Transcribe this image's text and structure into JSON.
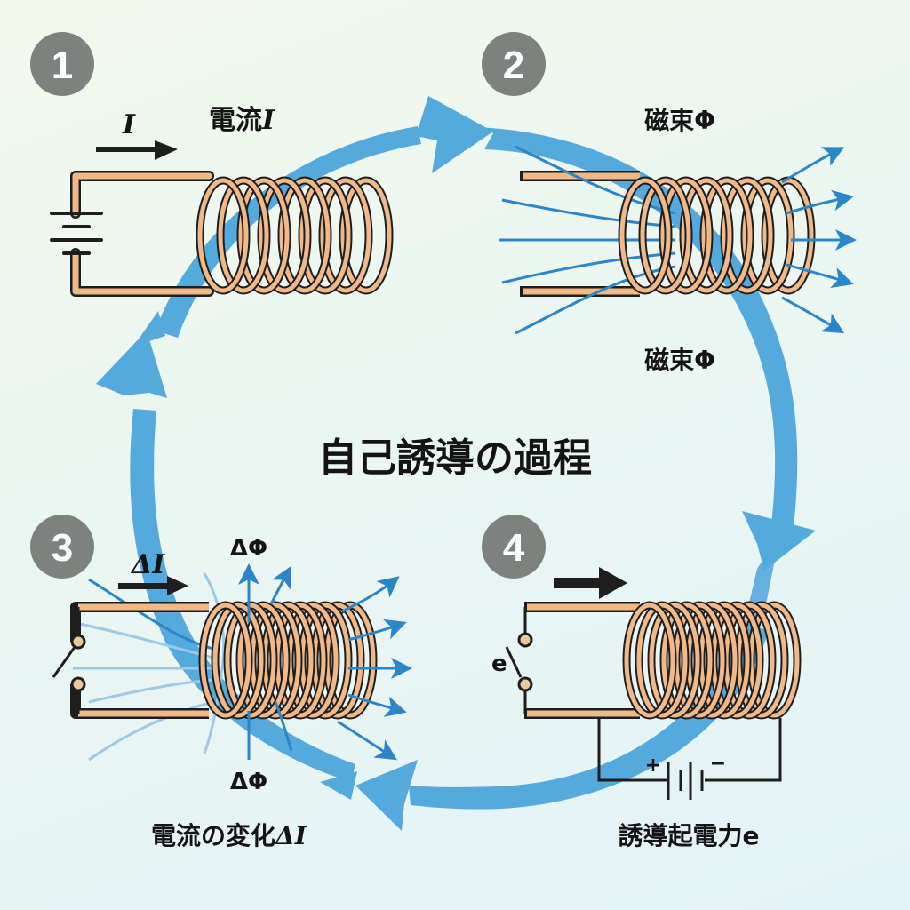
{
  "title": "自己誘導の過程",
  "colors": {
    "cycle_arrow": "#55aadd",
    "flux_line": "#2a86c8",
    "flux_line_faint": "#9cc9e6",
    "coil_fill": "#f0b987",
    "outline": "#1e1e1e",
    "badge": "#7d827f",
    "switch_terminal": "#ecc99d"
  },
  "steps": [
    {
      "number": "1",
      "label": "電流I",
      "label_main": "電流",
      "label_symbol": "I",
      "arrow_label": "I",
      "source": "battery"
    },
    {
      "number": "2",
      "label_top": "磁束Φ",
      "label_bottom": "磁束Φ"
    },
    {
      "number": "3",
      "arrow_label": "ΔI",
      "flux_top": "ΔΦ",
      "flux_bottom": "ΔΦ",
      "caption": "電流の変化ΔI",
      "caption_main": "電流の変化",
      "caption_symbol": "ΔI",
      "source": "switch"
    },
    {
      "number": "4",
      "switch_label": "e",
      "battery_plus": "+",
      "battery_minus": "−",
      "caption": "誘導起電力e",
      "source": "switch"
    }
  ],
  "cycle_order": [
    "1",
    "2",
    "4",
    "3"
  ]
}
